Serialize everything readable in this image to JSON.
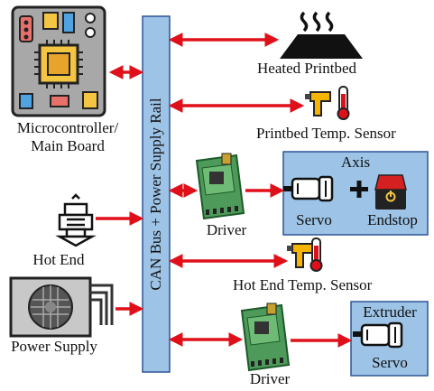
{
  "bus": {
    "label": "CAN Bus + Power Supply Rail"
  },
  "nodes": {
    "microcontroller": {
      "line1": "Microcontroller/",
      "line2": "Main Board"
    },
    "hot_end": {
      "label": "Hot End"
    },
    "power_supply": {
      "label": "Power Supply"
    },
    "heated_printbed": {
      "label": "Heated Printbed"
    },
    "printbed_sensor": {
      "label": "Printbed Temp. Sensor"
    },
    "driver_1": {
      "label": "Driver"
    },
    "hot_end_sensor": {
      "label": "Hot End Temp. Sensor"
    },
    "driver_2": {
      "label": "Driver"
    },
    "axis_box": {
      "title": "Axis",
      "servo": "Servo",
      "plus": "+",
      "endstop": "Endstop"
    },
    "extruder_box": {
      "title": "Extruder",
      "servo": "Servo"
    }
  },
  "colors": {
    "bus_fill": "#9DC3E6",
    "box_fill": "#9DC3E6",
    "box_border": "#2E5597",
    "arrow": "#E0101A"
  }
}
